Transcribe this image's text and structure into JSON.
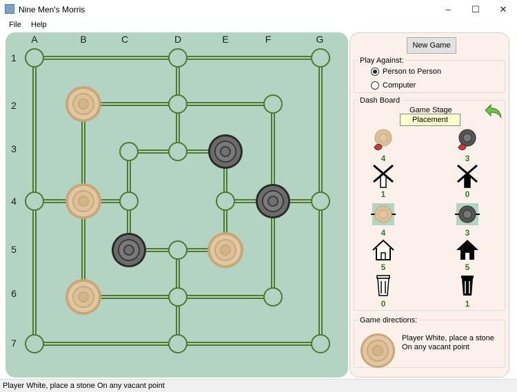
{
  "window": {
    "title": "Nine Men's Morris",
    "minimize": "–",
    "maximize": "☐",
    "close": "✕"
  },
  "menu": {
    "file": "File",
    "help": "Help"
  },
  "board": {
    "columns": [
      "A",
      "B",
      "C",
      "D",
      "E",
      "F",
      "G"
    ],
    "rows": [
      "1",
      "2",
      "3",
      "4",
      "5",
      "6",
      "7"
    ],
    "stones": [
      {
        "point": "B2",
        "color": "white"
      },
      {
        "point": "E3",
        "color": "black"
      },
      {
        "point": "B4",
        "color": "white"
      },
      {
        "point": "F4",
        "color": "black"
      },
      {
        "point": "C5",
        "color": "black"
      },
      {
        "point": "E5",
        "color": "white"
      },
      {
        "point": "B6",
        "color": "white"
      }
    ],
    "line_color": "#4f7a2e",
    "background": "#b3d4c2"
  },
  "panel": {
    "new_game": "New Game",
    "play_against": {
      "title": "Play Against:",
      "options": [
        {
          "label": "Person to Person",
          "selected": true
        },
        {
          "label": "Computer",
          "selected": false
        }
      ]
    },
    "dashboard": {
      "title": "Dash Board",
      "game_stage_label": "Game Stage",
      "game_stage_value": "Placement",
      "undo_icon": "undo-arrow-icon",
      "white": {
        "stones_in_hand": "4",
        "mills": "1",
        "stones_on_board": "4",
        "home": "5",
        "removed": "0"
      },
      "black": {
        "stones_in_hand": "3",
        "mills": "0",
        "stones_on_board": "3",
        "home": "5",
        "removed": "1"
      }
    },
    "directions": {
      "title": "Game directions:",
      "text": "Player White, place a stone On any vacant point"
    }
  },
  "status": {
    "text": "Player White, place a stone On any vacant point"
  }
}
